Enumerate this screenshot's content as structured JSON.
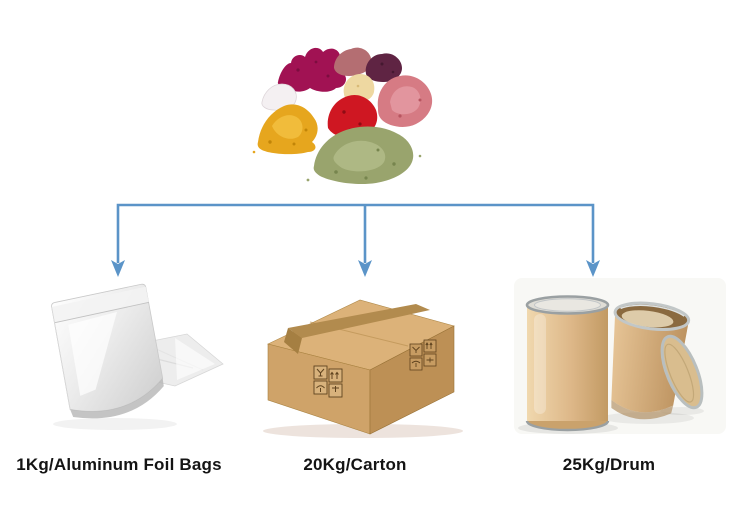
{
  "page": {
    "background": "#ffffff"
  },
  "diagram": {
    "arrow_color": "#5b94c8",
    "source": {
      "icon": "colored-powder-piles-image"
    },
    "options": [
      {
        "id": "bags",
        "label": "1Kg/Aluminum Foil Bags",
        "icon": "aluminum-foil-bags-image"
      },
      {
        "id": "carton",
        "label": "20Kg/Carton",
        "icon": "carton-box-image"
      },
      {
        "id": "drum",
        "label": "25Kg/Drum",
        "icon": "fiber-drums-image"
      }
    ],
    "colors": {
      "arrow_blue": "#5b94c8",
      "label_text": "#141414",
      "carton_tan": "#cfa369",
      "carton_tan_dark": "#bd9055",
      "carton_tape": "#a57f42",
      "drum_tan": "#d9b183",
      "drum_rim_silver": "#9aa0a2",
      "foil_gray": "#ececec",
      "powder_magenta": "#a11253",
      "powder_mauve": "#b46e72",
      "powder_plum": "#5f2443",
      "powder_cream": "#eed8a1",
      "powder_pink": "#d67b84",
      "powder_white": "#f4f0f2",
      "powder_yellow": "#e6a61e",
      "powder_red": "#cf1722",
      "powder_green": "#99a46d"
    }
  }
}
